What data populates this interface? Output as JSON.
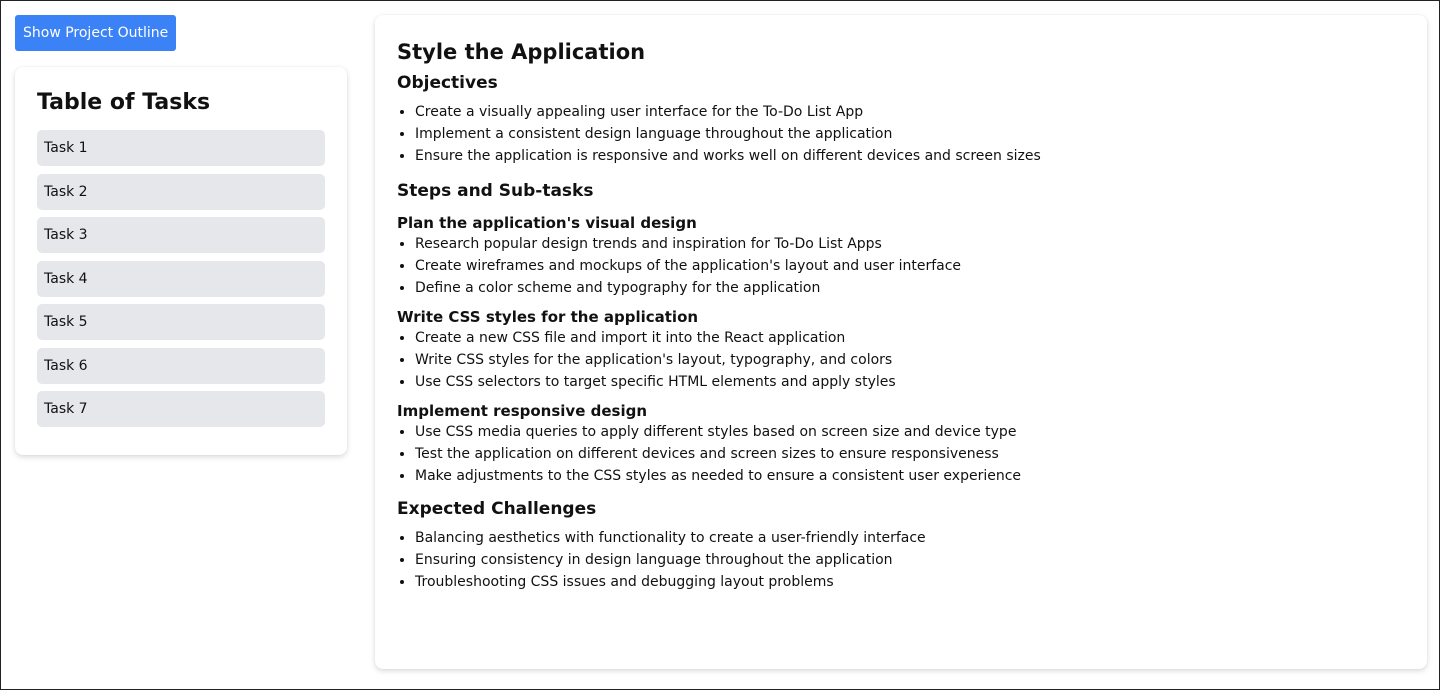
{
  "header": {
    "outline_button_label": "Show Project Outline"
  },
  "sidebar": {
    "title": "Table of Tasks",
    "tasks": [
      "Task 1",
      "Task 2",
      "Task 3",
      "Task 4",
      "Task 5",
      "Task 6",
      "Task 7"
    ]
  },
  "main": {
    "title": "Style the Application",
    "objectives": {
      "title": "Objectives",
      "items": [
        "Create a visually appealing user interface for the To-Do List App",
        "Implement a consistent design language throughout the application",
        "Ensure the application is responsive and works well on different devices and screen sizes"
      ]
    },
    "steps": {
      "title": "Steps and Sub-tasks",
      "groups": [
        {
          "title": "Plan the application's visual design",
          "items": [
            "Research popular design trends and inspiration for To-Do List Apps",
            "Create wireframes and mockups of the application's layout and user interface",
            "Define a color scheme and typography for the application"
          ]
        },
        {
          "title": "Write CSS styles for the application",
          "items": [
            "Create a new CSS file and import it into the React application",
            "Write CSS styles for the application's layout, typography, and colors",
            "Use CSS selectors to target specific HTML elements and apply styles"
          ]
        },
        {
          "title": "Implement responsive design",
          "items": [
            "Use CSS media queries to apply different styles based on screen size and device type",
            "Test the application on different devices and screen sizes to ensure responsiveness",
            "Make adjustments to the CSS styles as needed to ensure a consistent user experience"
          ]
        }
      ]
    },
    "challenges": {
      "title": "Expected Challenges",
      "items": [
        "Balancing aesthetics with functionality to create a user-friendly interface",
        "Ensuring consistency in design language throughout the application",
        "Troubleshooting CSS issues and debugging layout problems"
      ]
    }
  },
  "colors": {
    "accent": "#3b82f6",
    "task_bg": "#e5e7eb"
  }
}
